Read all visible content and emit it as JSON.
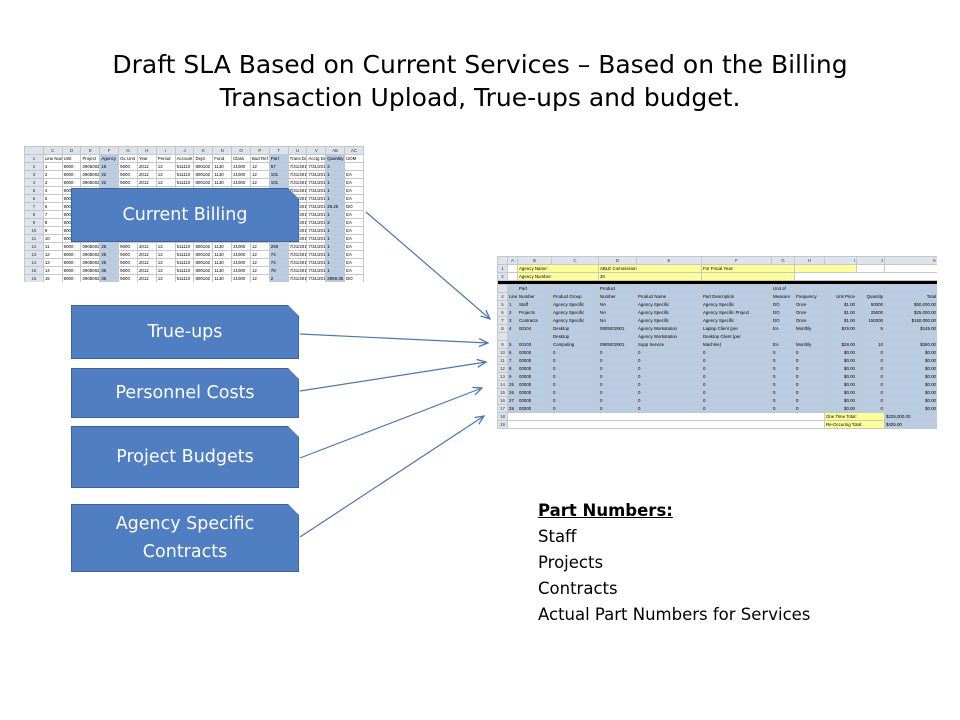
{
  "title_line1": "Draft SLA Based on Current Services – Based on the Billing",
  "title_line2": "Transaction Upload, True-ups and budget.",
  "labels": {
    "current_billing": "Current Billing",
    "true_ups": "True-ups",
    "personnel_costs": "Personnel Costs",
    "project_budgets": "Project Budgets",
    "agency_specific_contracts": "Agency Specific Contracts"
  },
  "notes": {
    "heading": "Part Numbers:",
    "items": [
      "Staff",
      "Projects",
      "Contracts",
      "Actual Part Numbers for Services"
    ]
  },
  "billing_sheet": {
    "columns": [
      "",
      "C",
      "D",
      "E",
      "F",
      "G",
      "H",
      "I",
      "J",
      "K",
      "N",
      "O",
      "P",
      "T",
      "U",
      "V",
      "AB",
      "AC"
    ],
    "header": [
      "Line Num",
      "Unit",
      "Project",
      "Agency",
      "GL Unit",
      "Year",
      "Period",
      "Account",
      "Dept",
      "Fund",
      "Class",
      "Bud Ref",
      "Part",
      "Trans Date",
      "Acctg Date",
      "Quantity",
      "UOM"
    ],
    "rows": [
      [
        "1",
        "9000",
        "0905002",
        "16",
        "9000",
        "2012",
        "12",
        "511110",
        "800102",
        "1130",
        "21000",
        "12",
        "57",
        "7/31/2012",
        "7/31/2012",
        "2",
        ""
      ],
      [
        "2",
        "9000",
        "0905002",
        "22",
        "9000",
        "2012",
        "12",
        "511110",
        "800102",
        "1130",
        "21000",
        "12",
        "101",
        "7/31/2012",
        "7/31/2012",
        "1",
        "EA"
      ],
      [
        "3",
        "9000",
        "0905002",
        "22",
        "9000",
        "2012",
        "12",
        "511110",
        "800102",
        "1130",
        "21000",
        "12",
        "101",
        "7/31/2012",
        "7/31/2012",
        "1",
        "EA"
      ],
      [
        "4",
        "9000",
        "",
        "",
        "",
        "",
        "",
        "",
        "",
        "",
        "",
        "",
        "",
        "7/31/2012",
        "7/31/2012",
        "1",
        "EA"
      ],
      [
        "5",
        "9000",
        "",
        "",
        "",
        "",
        "",
        "",
        "",
        "",
        "",
        "",
        "",
        "7/31/2012",
        "7/31/2012",
        "1",
        "EA"
      ],
      [
        "6",
        "9000",
        "",
        "",
        "",
        "",
        "",
        "",
        "",
        "",
        "",
        "",
        "",
        "7/31/2012",
        "7/31/2012",
        "26.25",
        "DO"
      ],
      [
        "7",
        "9000",
        "",
        "",
        "",
        "",
        "",
        "",
        "",
        "",
        "",
        "",
        "",
        "7/31/2012",
        "7/31/2012",
        "1",
        "EA"
      ],
      [
        "8",
        "9000",
        "",
        "",
        "",
        "",
        "",
        "",
        "",
        "",
        "",
        "",
        "",
        "7/31/2012",
        "7/31/2012",
        "2",
        "EA"
      ],
      [
        "9",
        "9000",
        "",
        "",
        "",
        "",
        "",
        "",
        "",
        "",
        "",
        "",
        "",
        "7/31/2012",
        "7/31/2012",
        "1",
        "EA"
      ],
      [
        "10",
        "9000",
        "",
        "",
        "",
        "",
        "",
        "",
        "",
        "",
        "",
        "",
        "",
        "7/31/2012",
        "7/31/2012",
        "1",
        "EA"
      ],
      [
        "11",
        "9000",
        "0905002",
        "25",
        "9000",
        "2012",
        "12",
        "511110",
        "800102",
        "1130",
        "21000",
        "12",
        "259",
        "7/31/2012",
        "7/31/2012",
        "1",
        "EA"
      ],
      [
        "12",
        "9000",
        "0905002",
        "25",
        "9000",
        "2012",
        "12",
        "511110",
        "800102",
        "1130",
        "21000",
        "12",
        "74",
        "7/31/2012",
        "7/31/2012",
        "1",
        "EA"
      ],
      [
        "13",
        "9000",
        "0905002",
        "25",
        "9000",
        "2012",
        "12",
        "511110",
        "800102",
        "1130",
        "21000",
        "12",
        "74",
        "7/31/2012",
        "7/31/2012",
        "1",
        "EA"
      ],
      [
        "14",
        "9000",
        "0905002",
        "36",
        "9000",
        "2012",
        "12",
        "511110",
        "800102",
        "1130",
        "21000",
        "12",
        "78",
        "7/31/2012",
        "7/31/2012",
        "1",
        "EA"
      ],
      [
        "15",
        "9000",
        "0905002",
        "36",
        "9000",
        "2012",
        "12",
        "511110",
        "800102",
        "1130",
        "21000",
        "12",
        "2",
        "7/31/2012",
        "7/31/2012",
        "2998.35",
        "DO"
      ],
      [
        "16",
        "9000",
        "0905002",
        "38",
        "9000",
        "2012",
        "12",
        "511110",
        "800102",
        "1130",
        "21000",
        "12",
        "106",
        "7/31/2012",
        "7/31/2012",
        "2",
        "EA"
      ]
    ]
  },
  "sla_sheet": {
    "columns": [
      "",
      "A",
      "B",
      "C",
      "D",
      "E",
      "F",
      "G",
      "H",
      "I",
      "J",
      "K"
    ],
    "agency_name_label": "Agency Name:",
    "agency_name_value": "ABLE Commission",
    "fiscal_year_label": "For Fiscal Year:",
    "agency_number_label": "Agency Number:",
    "agency_number_value": "30",
    "header_top": [
      "",
      "Part",
      "",
      "Product",
      "",
      "",
      "Unit of",
      "",
      "",
      "",
      ""
    ],
    "header": [
      "Line",
      "Number",
      "Product Group",
      "Number",
      "Product Name",
      "Part Description",
      "Measure",
      "Frequency",
      "Unit Price",
      "Quantity",
      "Total"
    ],
    "rows": [
      [
        "5",
        "1",
        "Staff",
        "Agency Specific",
        "NA",
        "Agency Specific",
        "Agency Specific",
        "DO",
        "Once",
        "$1.00",
        "50000",
        "$50,000.00"
      ],
      [
        "6",
        "2",
        "Projects",
        "Agency Specific",
        "NA",
        "Agency Specific",
        "Agency Specific Project",
        "DO",
        "Once",
        "$1.00",
        "25000",
        "$25,000.00"
      ],
      [
        "7",
        "3",
        "Contracts",
        "Agency Specific",
        "NA",
        "Agency Specific",
        "Agency Specific",
        "DO",
        "Once",
        "$1.00",
        "150000",
        "$150,000.00"
      ],
      [
        "8",
        "4",
        "00104",
        "Desktop",
        "0905002901",
        "Agency Workstation",
        "Laptop Client (per",
        "EA",
        "Monthly",
        "$29.00",
        "5",
        "$145.00"
      ],
      [
        "",
        "",
        "",
        "Desktop",
        "",
        "Agency Workstation",
        "Desktop Client (per",
        "",
        "",
        "",
        "",
        ""
      ],
      [
        "9",
        "5",
        "00103",
        "Computing",
        "0905002901",
        "Supp Service",
        "Machine)",
        "EA",
        "Monthly",
        "$28.00",
        "10",
        "$280.00"
      ],
      [
        "10",
        "6",
        "00000",
        "0",
        "0",
        "0",
        "0",
        "0",
        "0",
        "$0.00",
        "0",
        "$0.00"
      ],
      [
        "11",
        "7",
        "00000",
        "0",
        "0",
        "0",
        "0",
        "0",
        "0",
        "$0.00",
        "0",
        "$0.00"
      ],
      [
        "12",
        "8",
        "00000",
        "0",
        "0",
        "0",
        "0",
        "0",
        "0",
        "$0.00",
        "0",
        "$0.00"
      ],
      [
        "13",
        "9",
        "00000",
        "0",
        "0",
        "0",
        "0",
        "0",
        "0",
        "$0.00",
        "0",
        "$0.00"
      ],
      [
        "14",
        "25",
        "00000",
        "0",
        "0",
        "0",
        "0",
        "0",
        "0",
        "$0.00",
        "0",
        "$0.00"
      ],
      [
        "15",
        "26",
        "00000",
        "0",
        "0",
        "0",
        "0",
        "0",
        "0",
        "$0.00",
        "0",
        "$0.00"
      ],
      [
        "16",
        "27",
        "00000",
        "0",
        "0",
        "0",
        "0",
        "0",
        "0",
        "$0.00",
        "0",
        "$0.00"
      ],
      [
        "17",
        "28",
        "00000",
        "0",
        "0",
        "0",
        "0",
        "0",
        "0",
        "$0.00",
        "0",
        "$0.00"
      ]
    ],
    "one_time_label": "One Time Total:",
    "one_time_value": "$225,000.00",
    "recurring_label": "Re-Occuring Total:",
    "recurring_value": "$425.00"
  },
  "colors": {
    "label_fill": "#4f7ec2",
    "arrow": "#4a76b8",
    "cell_highlight": "#b8cce4",
    "cell_yellow": "#ffff99"
  }
}
